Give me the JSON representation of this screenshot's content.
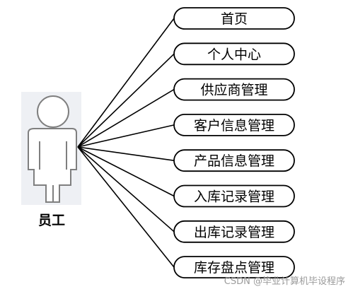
{
  "actor": {
    "label": "员工"
  },
  "use_cases": [
    {
      "label": "首页"
    },
    {
      "label": "个人中心"
    },
    {
      "label": "供应商管理"
    },
    {
      "label": "客户信息管理"
    },
    {
      "label": "产品信息管理"
    },
    {
      "label": "入库记录管理"
    },
    {
      "label": "出库记录管理"
    },
    {
      "label": "库存盘点管理"
    }
  ],
  "watermark": "CSDN @毕业计算机毕设程序"
}
